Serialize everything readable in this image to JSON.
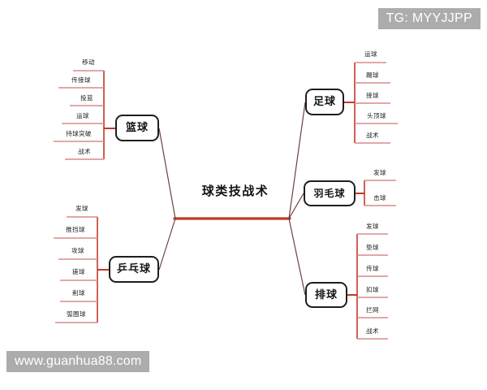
{
  "diagram": {
    "type": "mind-map",
    "center": {
      "label": "球类技战术"
    },
    "branches": [
      {
        "id": "basketball",
        "label": "篮球",
        "side": "left",
        "leaves": [
          "移动",
          "传接球",
          "投篮",
          "运球",
          "持球突破",
          "战术"
        ]
      },
      {
        "id": "table-tennis",
        "label": "乒乓球",
        "side": "left",
        "leaves": [
          "发球",
          "推挡球",
          "攻球",
          "搓球",
          "削球",
          "弧圈球"
        ]
      },
      {
        "id": "football",
        "label": "足球",
        "side": "right",
        "leaves": [
          "运球",
          "踢球",
          "接球",
          "头顶球",
          "战术"
        ]
      },
      {
        "id": "badminton",
        "label": "羽毛球",
        "side": "right",
        "leaves": [
          "发球",
          "击球"
        ]
      },
      {
        "id": "volleyball",
        "label": "排球",
        "side": "right",
        "leaves": [
          "发球",
          "垫球",
          "传球",
          "扣球",
          "拦网",
          "战术"
        ]
      }
    ]
  },
  "watermarks": {
    "telegram": "TG: MYYJJPP",
    "website": "www.guanhua88.com"
  },
  "colors": {
    "trunk": "#c0392b",
    "branch": "#6e4040",
    "leaf_line": "#d98c8c",
    "node_border": "#1e1e1e",
    "text": "#141414",
    "watermark_bg": "#acacac",
    "background": "#ffffff"
  }
}
